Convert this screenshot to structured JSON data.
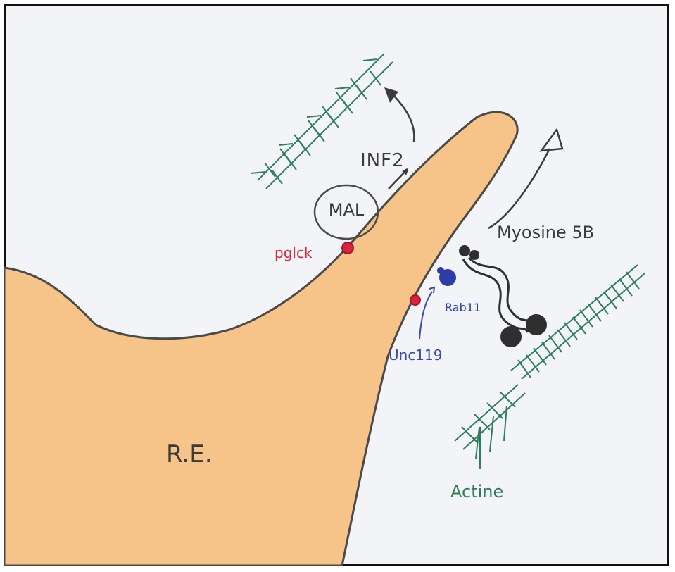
{
  "labels": {
    "mal": "MAL",
    "inf2": "INF2",
    "pglck": "pglck",
    "myosin": "Myosine 5B",
    "rab11": "Rab11",
    "unc119": "Unc119",
    "actin": "Actine",
    "re": "R.E."
  },
  "colors": {
    "background": "#f3f4f7",
    "membrane_fill": "#f6c489",
    "membrane_stroke": "#4a4a48",
    "actin": "#2e7d5b",
    "pglck": "#d8243f",
    "rab11": "#2c3ca8",
    "unc119": "#3b4aa6",
    "myosin": "#2f2f2f",
    "ink": "#3b3b3b"
  }
}
